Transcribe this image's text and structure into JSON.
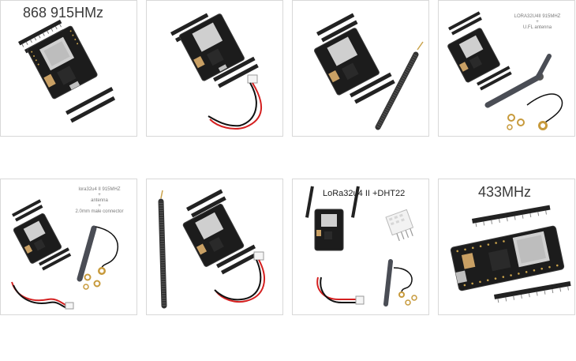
{
  "palette": {
    "board": "#1c1c1c",
    "board_edge": "#3a3a3a",
    "chip": "#2a2a2a",
    "module": "#cfcfcf",
    "pins": "#222222",
    "pin_gold": "#c9a24a",
    "connector": "#c9a064",
    "usb": "#bfbfbf",
    "wire_red": "#d42020",
    "wire_black": "#111111",
    "antenna": "#333333",
    "antenna_rubber": "#4a4d55",
    "brass": "#c79a3c",
    "sensor": "#f2f2f2"
  },
  "tiles": [
    {
      "id": "tile-1",
      "caption_lines": [
        "868 915HMz"
      ]
    },
    {
      "id": "tile-2",
      "caption_lines": []
    },
    {
      "id": "tile-3",
      "caption_lines": []
    },
    {
      "id": "tile-4",
      "caption_lines": [
        "LORA32U4II 915MHZ",
        "+",
        "U.FL antenna"
      ]
    },
    {
      "id": "tile-5",
      "caption_lines": [
        "lora32u4 II 915MHZ",
        "+",
        "antenna",
        "+",
        "2.0mm male connector"
      ]
    },
    {
      "id": "tile-6",
      "caption_lines": []
    },
    {
      "id": "tile-7",
      "caption_lines": [
        "LoRa32u4 II +DHT22"
      ]
    },
    {
      "id": "tile-8",
      "caption_lines": [
        "433MHz"
      ]
    }
  ]
}
